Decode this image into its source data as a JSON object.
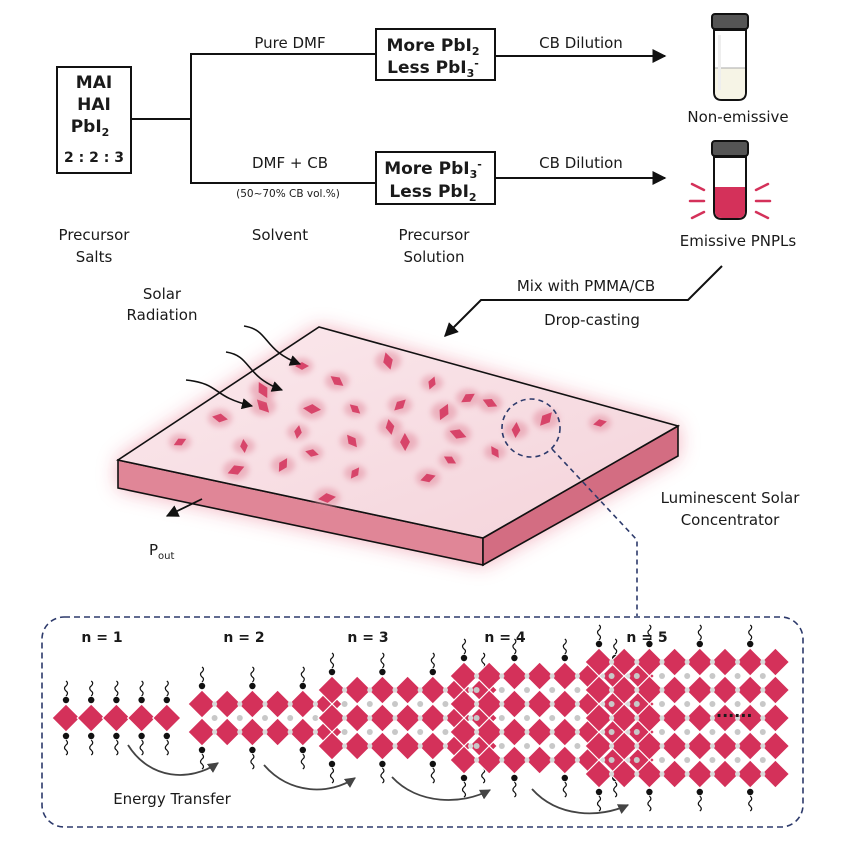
{
  "precursor_box": {
    "line1": "MAI",
    "line2": "HAI",
    "line3_main": "PbI",
    "line3_sub": "2",
    "ratio": "2 : 2 : 3"
  },
  "top_path": {
    "solvent": "Pure DMF",
    "box_line1_main": "More PbI",
    "box_line1_sub": "2",
    "box_line2_main": "Less PbI",
    "box_line2_sub": "3",
    "box_line2_sup": "-",
    "dilution": "CB Dilution",
    "result": "Non-emissive"
  },
  "bottom_path": {
    "solvent": "DMF + CB",
    "solvent_note": "(50~70% CB vol.%)",
    "box_line1_main": "More PbI",
    "box_line1_sub": "3",
    "box_line1_sup": "-",
    "box_line2_main": "Less PbI",
    "box_line2_sub": "2",
    "dilution": "CB Dilution",
    "result": "Emissive PNPLs"
  },
  "stage_labels": {
    "precursor_salts_1": "Precursor",
    "precursor_salts_2": "Salts",
    "solvent": "Solvent",
    "precursor_solution_1": "Precursor",
    "precursor_solution_2": "Solution"
  },
  "process": {
    "mix": "Mix with PMMA/CB",
    "cast": "Drop-casting"
  },
  "lsc": {
    "solar_1": "Solar",
    "solar_2": "Radiation",
    "pout_main": "P",
    "pout_sub": "out",
    "label_1": "Luminescent Solar",
    "label_2": "Concentrator"
  },
  "layers": {
    "n_labels": [
      "n = 1",
      "n = 2",
      "n = 3",
      "n = 4",
      "n = 5"
    ],
    "ellipsis": "......",
    "energy_transfer": "Energy Transfer"
  },
  "colors": {
    "crimson": "#d4315a",
    "film_pink": "#f7dde3",
    "film_side": "#e3909f",
    "glow": "#f2a9b7",
    "dashed_navy": "#2d3a6b",
    "arrow_grey": "#444444"
  }
}
